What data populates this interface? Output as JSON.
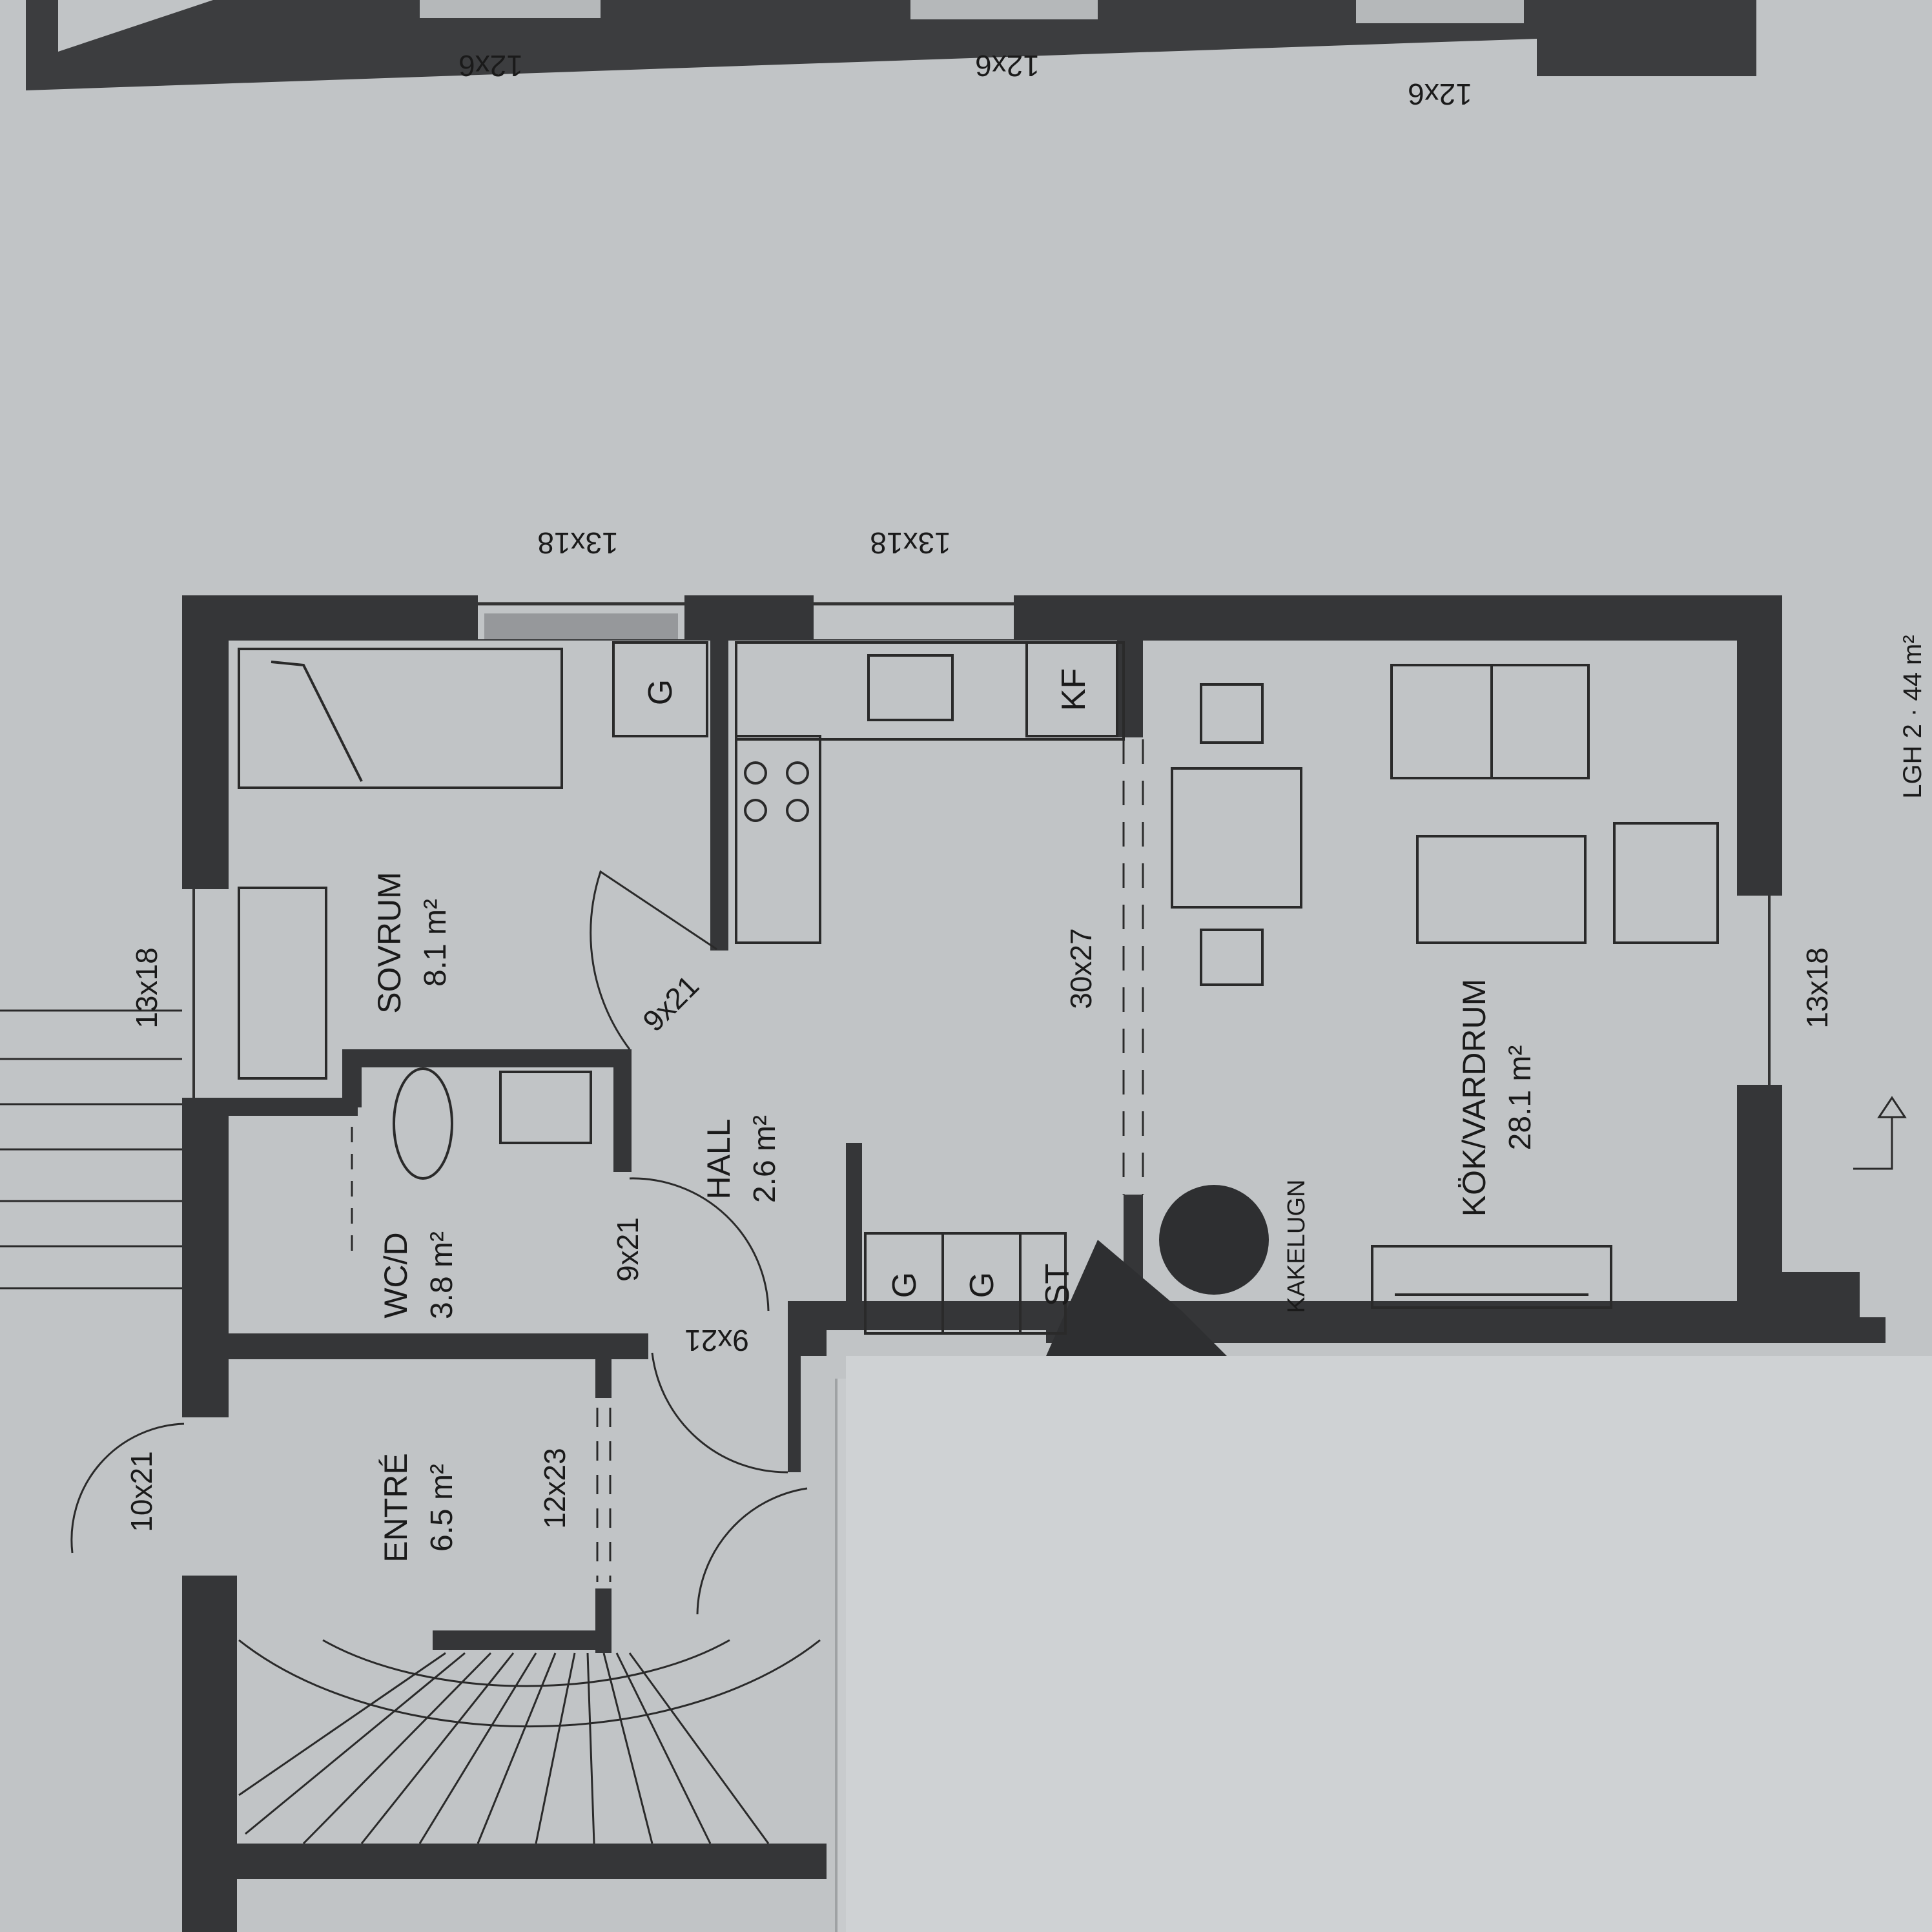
{
  "plan": {
    "top_windows": [
      "12x6",
      "12x6",
      "12x6"
    ],
    "windows": {
      "top_a": "13x18",
      "top_b": "13x18",
      "left": "13x18",
      "right": "13x18"
    },
    "doors": {
      "sovrum": "9x21",
      "wc": "9x21",
      "hall": "9x21",
      "entre_outer": "10x21",
      "entre_inner": "12x23",
      "opening": "30x27"
    },
    "rooms": [
      {
        "name": "SOVRUM",
        "area": "8.1 m²"
      },
      {
        "name": "WC/D",
        "area": "3.8 m²"
      },
      {
        "name": "HALL",
        "area": "2.6 m²"
      },
      {
        "name": "ENTRÉ",
        "area": "6.5 m²"
      },
      {
        "name": "KÖK/VARDRUM",
        "area": "28.1 m²"
      }
    ],
    "fixtures": {
      "closet_1": "G",
      "closet_2": "G",
      "closet_3": "G",
      "storage": "ST",
      "fridge_freezer": "KF",
      "stove": "KAKELUGN"
    },
    "apartment": "LGH 2 · 44 m²"
  }
}
